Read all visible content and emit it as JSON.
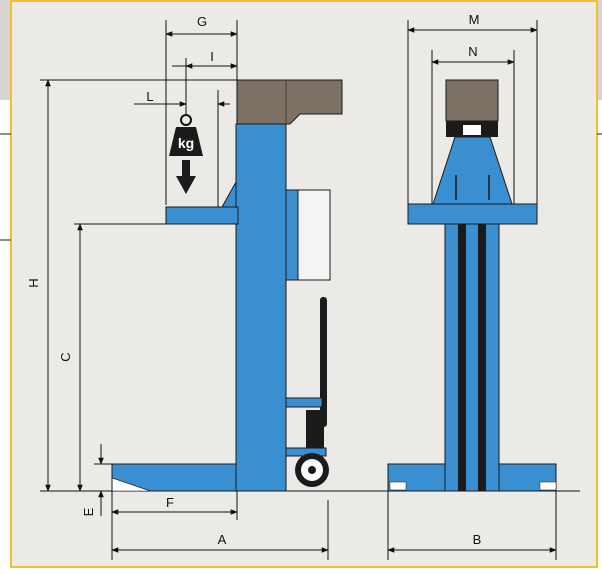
{
  "diagram": {
    "dimension_labels": {
      "G": "G",
      "I": "I",
      "L": "L",
      "H": "H",
      "C": "C",
      "E": "E",
      "F": "F",
      "A": "A",
      "B": "B",
      "M": "M",
      "N": "N"
    },
    "weight_label": "kg",
    "colors": {
      "frame_bg": "#eceae6",
      "frame_border": "#f3c02b",
      "top_band": "#d7d5d1",
      "lift_blue": "#3a8fd1",
      "lift_dark": "#1b1b1b",
      "pad_brown": "#7d7064",
      "dimension_line": "#111111"
    }
  }
}
